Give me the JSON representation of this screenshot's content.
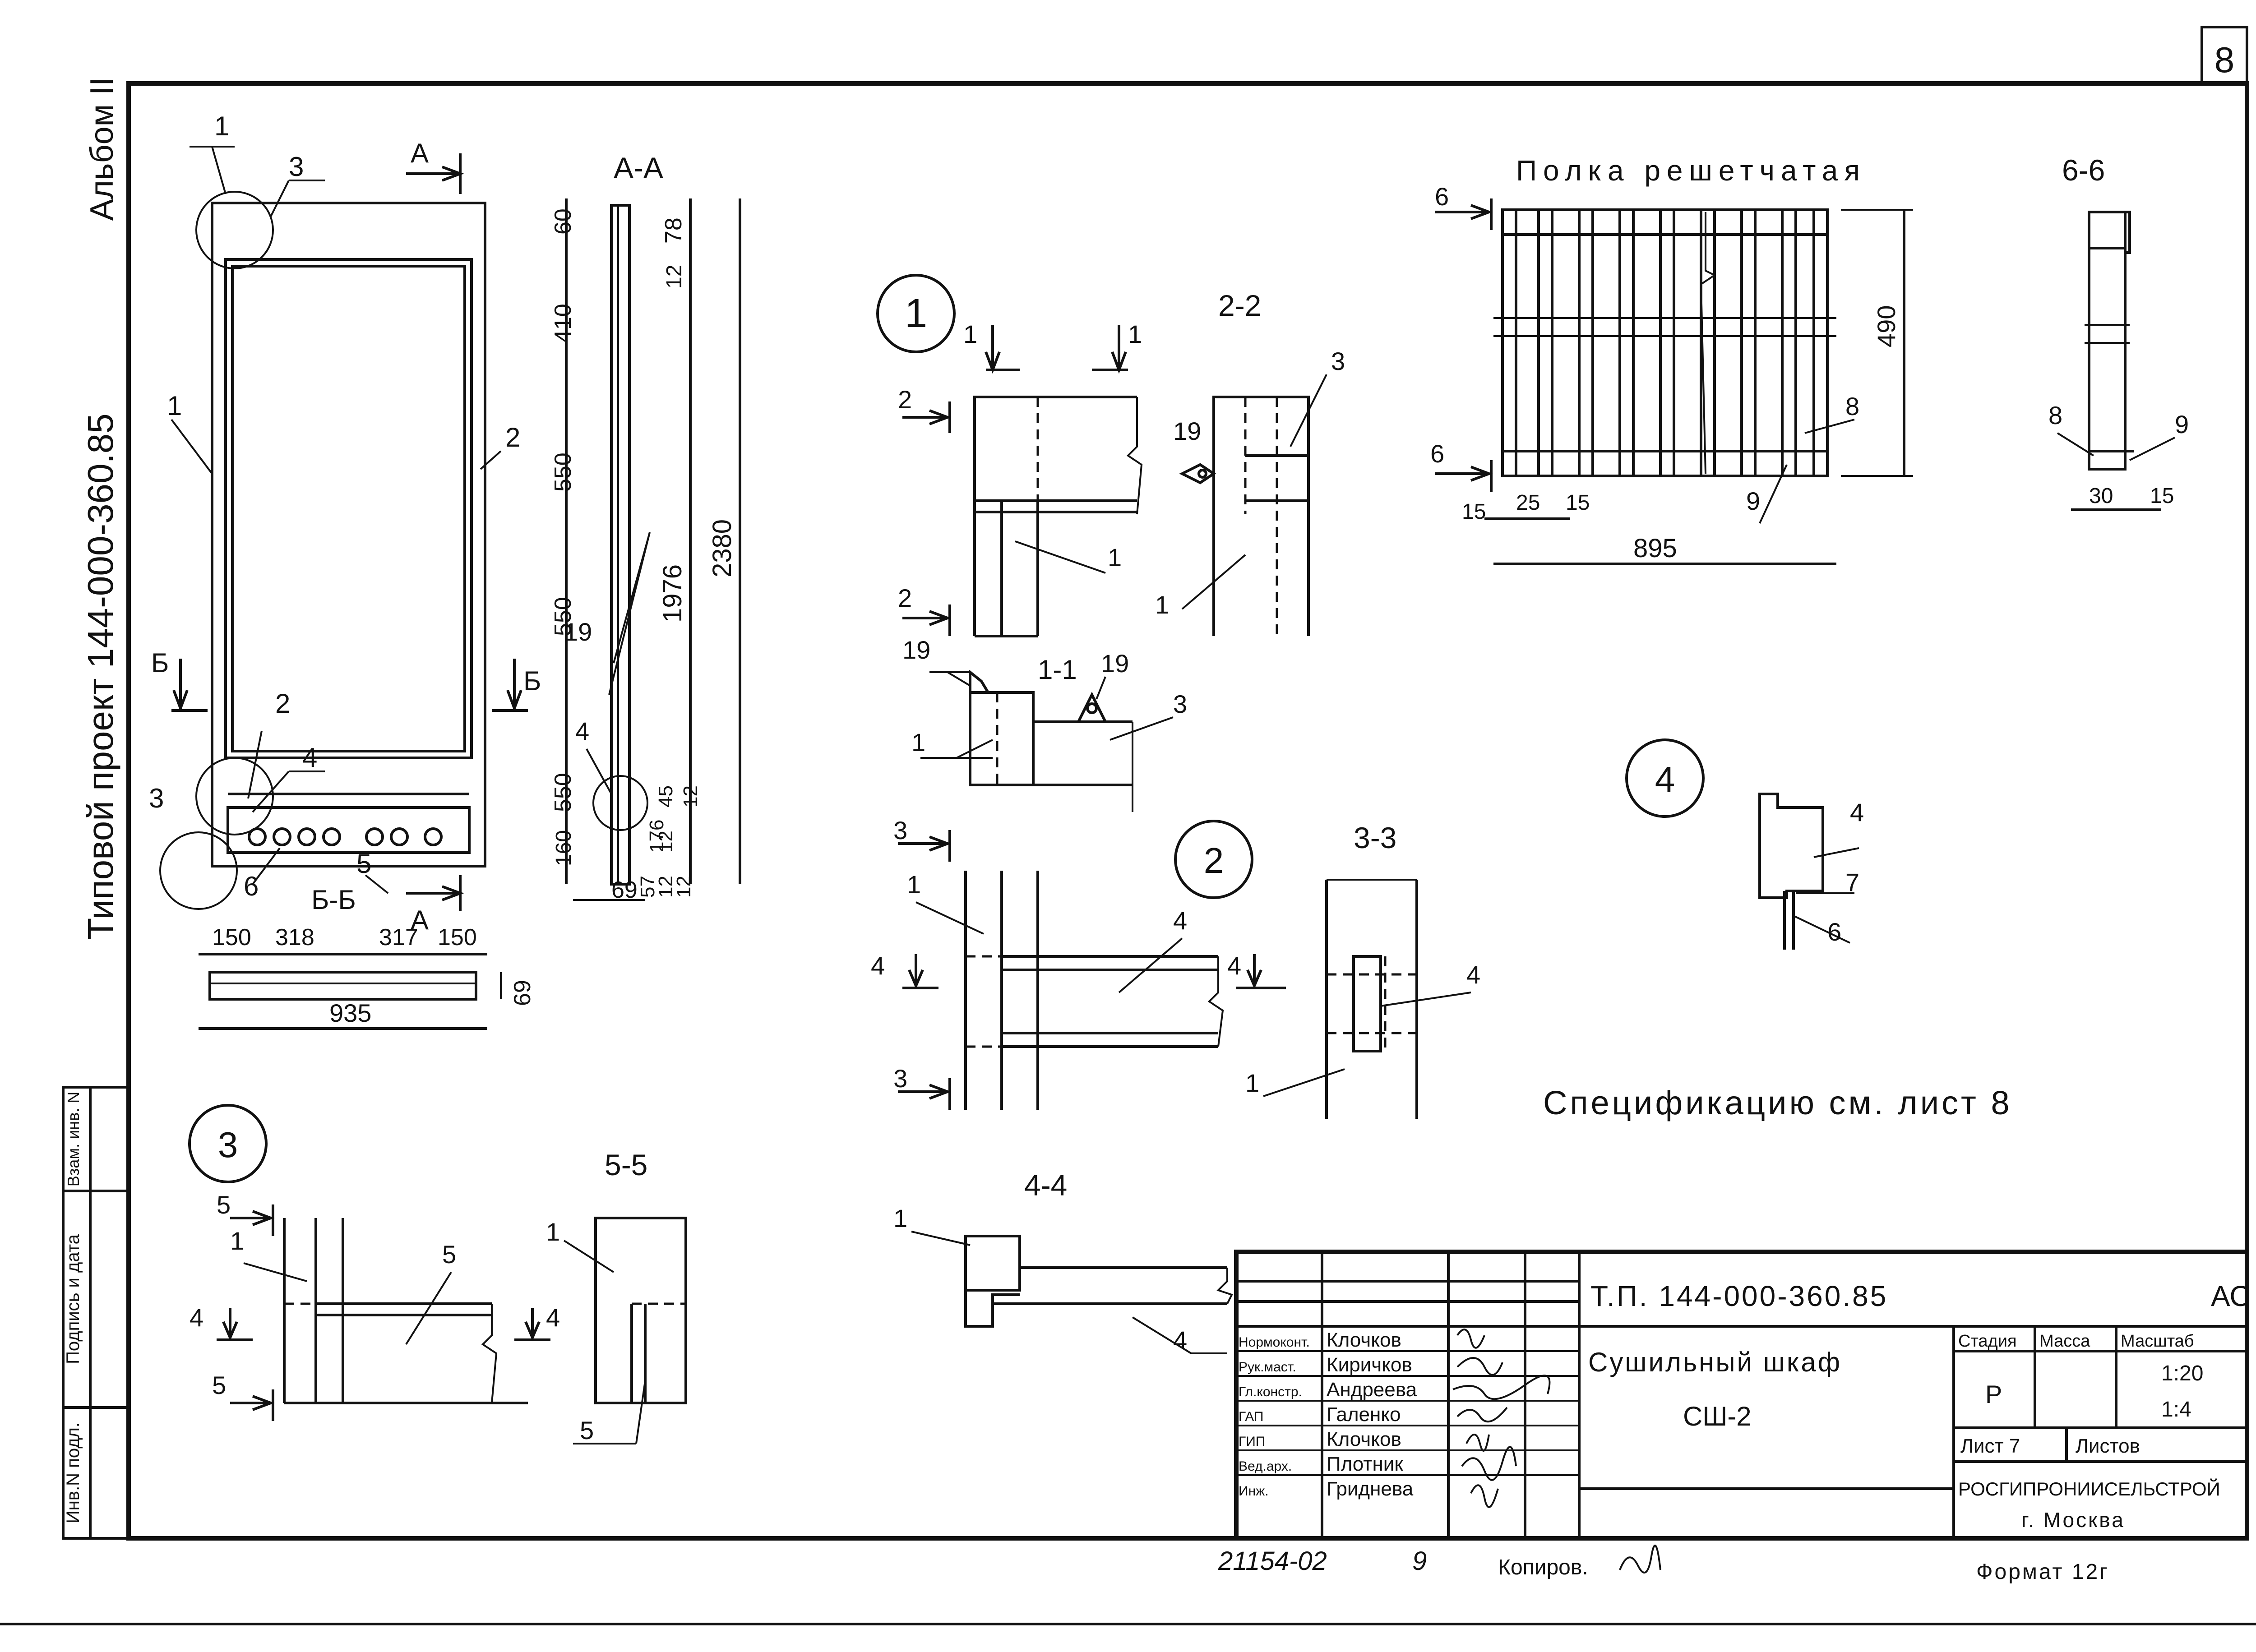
{
  "sheet_number": "8",
  "side": {
    "album": "Альбом II",
    "project": "Типовой проект 144-000-360.85",
    "stamp_labels": [
      "Инв.N подл.",
      "Подпись и дата",
      "Взам. инв. N"
    ]
  },
  "front_view": {
    "callouts": [
      "1",
      "3",
      "2",
      "1",
      "2",
      "4",
      "3",
      "6",
      "5"
    ],
    "section_marks": [
      "А",
      "А",
      "Б",
      "Б"
    ],
    "section_title": "Б-Б",
    "dims": [
      "150",
      "318",
      "317",
      "150",
      "935",
      "69"
    ]
  },
  "section_aa": {
    "title": "А-А",
    "dims": [
      "60",
      "410",
      "550",
      "550",
      "550",
      "160",
      "78",
      "12",
      "1976",
      "2380",
      "45",
      "12",
      "12",
      "176",
      "57",
      "12",
      "12",
      "69"
    ],
    "callouts": [
      "19",
      "4"
    ]
  },
  "node1": {
    "label": "1",
    "section_title_1": "1-1",
    "section_title_2": "2-2",
    "marks": [
      "1",
      "1",
      "2",
      "2"
    ],
    "callouts": [
      "1",
      "19",
      "3",
      "1",
      "19",
      "1",
      "19",
      "3"
    ]
  },
  "node2": {
    "label": "2",
    "section_title": "3-3",
    "marks": [
      "3",
      "3",
      "4",
      "4"
    ],
    "callouts": [
      "1",
      "4",
      "4",
      "1"
    ]
  },
  "node3": {
    "label": "3",
    "section_title": "5-5",
    "marks": [
      "5",
      "5",
      "4",
      "4"
    ],
    "callouts": [
      "1",
      "5",
      "1",
      "5"
    ]
  },
  "section_44": {
    "title": "4-4",
    "callouts": [
      "1",
      "4"
    ]
  },
  "shelf": {
    "title": "Полка решетчатая",
    "marks": [
      "6",
      "6"
    ],
    "dims": [
      "490",
      "15",
      "25",
      "15",
      "895"
    ],
    "callouts": [
      "8",
      "9"
    ]
  },
  "section_66": {
    "title": "6-6",
    "dims": [
      "30",
      "15"
    ],
    "callouts": [
      "8",
      "9"
    ]
  },
  "node4": {
    "label": "4",
    "callouts": [
      "4",
      "7",
      "6"
    ]
  },
  "spec_note": "Спецификацию см. лист 8",
  "title_block": {
    "doc_code": "Т.П.   144-000-360.85",
    "doc_suffix": "АС",
    "title_line1": "Сушильный  шкаф",
    "title_line2": "СШ-2",
    "stage_header": "Стадия",
    "mass_header": "Масса",
    "scale_header": "Масштаб",
    "stage": "Р",
    "scale1": "1:20",
    "scale2": "1:4",
    "sheet": "Лист 7",
    "sheets": "Листов",
    "org1": "РОСГИПРОНИИСЕЛЬСТРОЙ",
    "org2": "г. Москва",
    "roles": [
      {
        "role": "Нормоконт.",
        "name": "Клочков"
      },
      {
        "role": "Рук.маст.",
        "name": "Киричков"
      },
      {
        "role": "Гл.констр.",
        "name": "Андреева"
      },
      {
        "role": "ГАП",
        "name": "Галенко"
      },
      {
        "role": "ГИП",
        "name": "Клочков"
      },
      {
        "role": "Вед.арх.",
        "name": "Плотник"
      },
      {
        "role": "Инж.",
        "name": "Гриднева"
      }
    ]
  },
  "footer": {
    "inv": "21154-02",
    "num": "9",
    "copied": "Копиров.",
    "format": "Формат 12г"
  }
}
